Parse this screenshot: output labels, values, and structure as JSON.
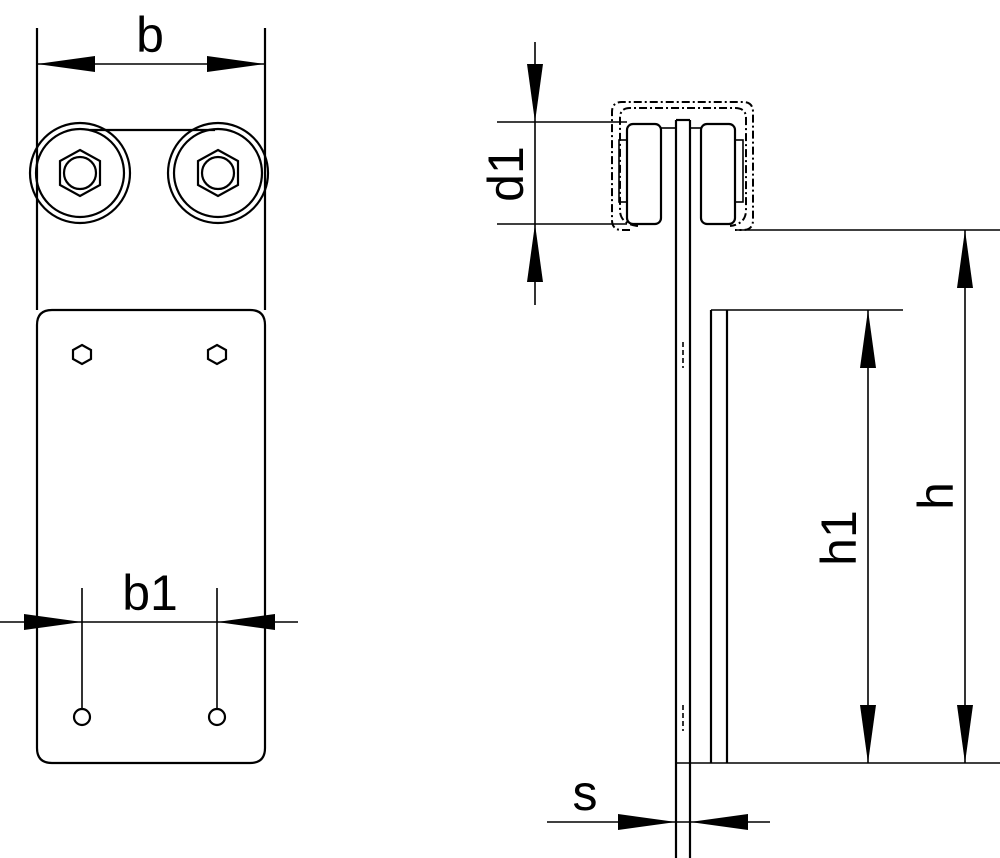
{
  "drawing": {
    "labels": {
      "b": "b",
      "b1": "b1",
      "d1": "d1",
      "h": "h",
      "h1": "h1",
      "s": "s"
    },
    "line_color": "#000000",
    "background": "#ffffff"
  }
}
